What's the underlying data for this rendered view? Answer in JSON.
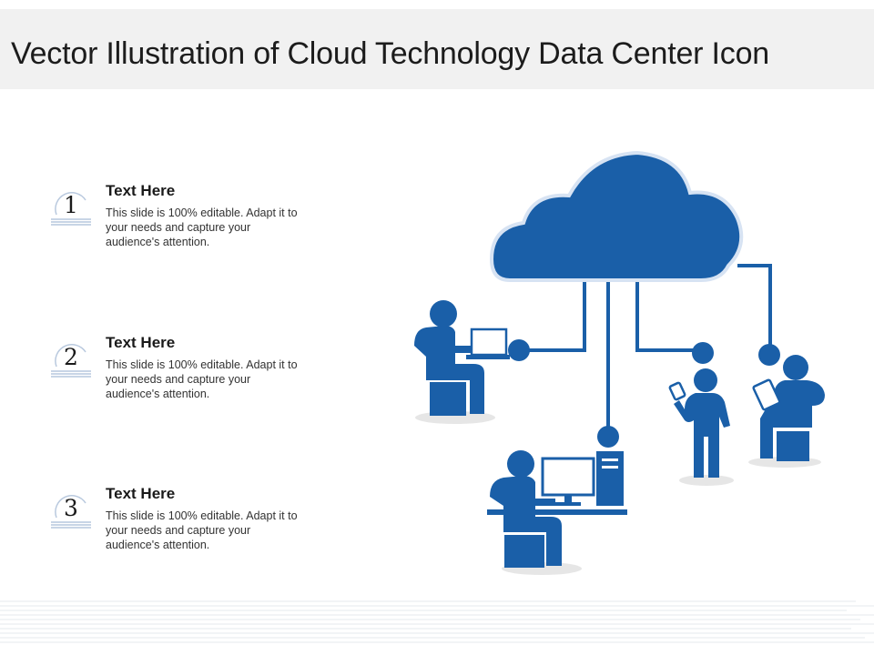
{
  "slide": {
    "title": "Vector Illustration of Cloud Technology Data Center Icon"
  },
  "points": [
    {
      "number": "1",
      "heading": "Text Here",
      "body": "This slide is 100% editable. Adapt it to your needs and capture your audience's attention."
    },
    {
      "number": "2",
      "heading": "Text Here",
      "body": "This slide is 100% editable. Adapt it to your needs and capture your audience's attention."
    },
    {
      "number": "3",
      "heading": "Text Here",
      "body": "This slide is 100% editable. Adapt it to your needs and capture your audience's attention."
    }
  ],
  "colors": {
    "accent": "#1a5fa8",
    "title_bar": "#f1f1f1",
    "shadow": "#e6e6e6"
  },
  "icons": [
    "cloud-icon",
    "person-laptop-icon",
    "person-computer-icon",
    "person-phone-icon",
    "person-tablet-icon"
  ]
}
